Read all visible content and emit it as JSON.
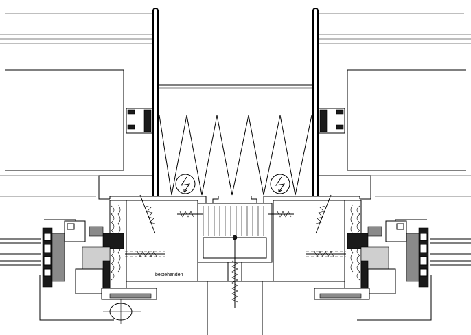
{
  "drawing": {
    "annotations": {
      "existing_label": "bestehenden"
    },
    "symbols": {
      "electric_left": "lightning-bolt",
      "electric_right": "lightning-bolt"
    },
    "colors": {
      "line": "#000000",
      "background": "#ffffff",
      "seal_fill": "#1a1a1a",
      "frame_fill": "#8a8a8a"
    }
  }
}
